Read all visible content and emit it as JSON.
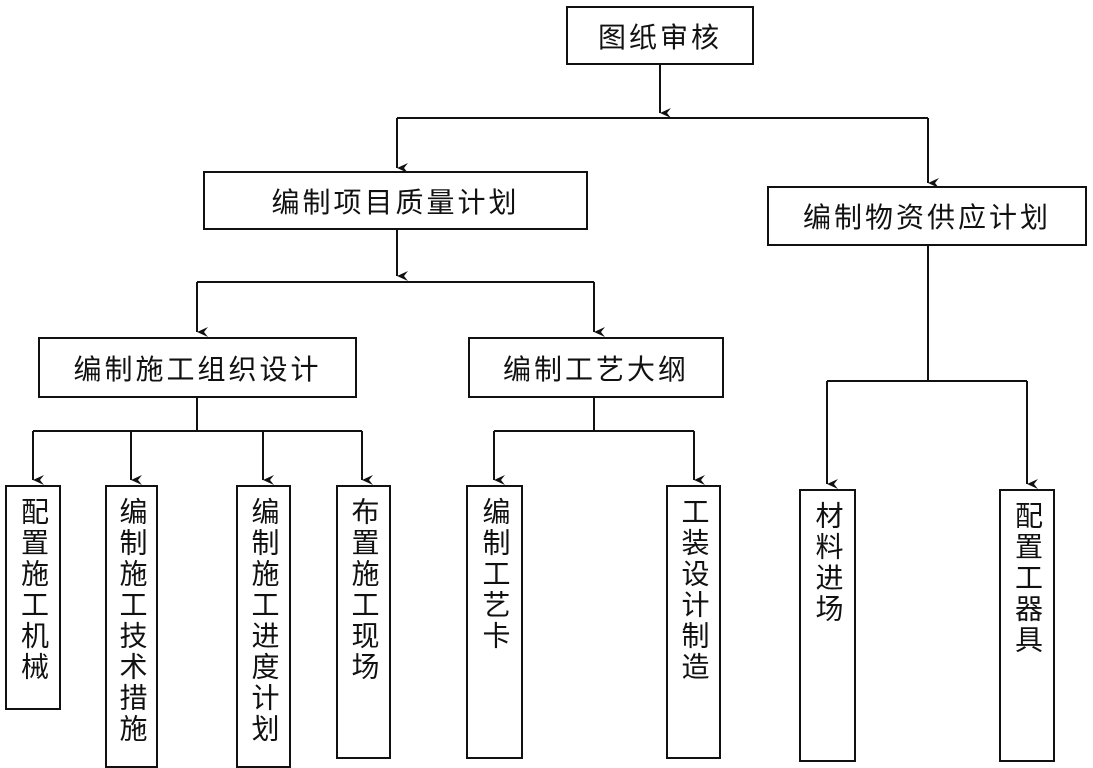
{
  "nodes": {
    "root": "图纸审核",
    "quality_plan": "编制项目质量计划",
    "supply_plan": "编制物资供应计划",
    "org_design": "编制施工组织设计",
    "process_outline": "编制工艺大纲",
    "machinery": "配置施工机械",
    "tech_measures": "编制施工技术措施",
    "schedule": "编制施工进度计划",
    "site_layout": "布置施工现场",
    "process_card": "编制工艺卡",
    "tooling": "工装设计制造",
    "materials": "材料进场",
    "tools": "配置工器具"
  }
}
